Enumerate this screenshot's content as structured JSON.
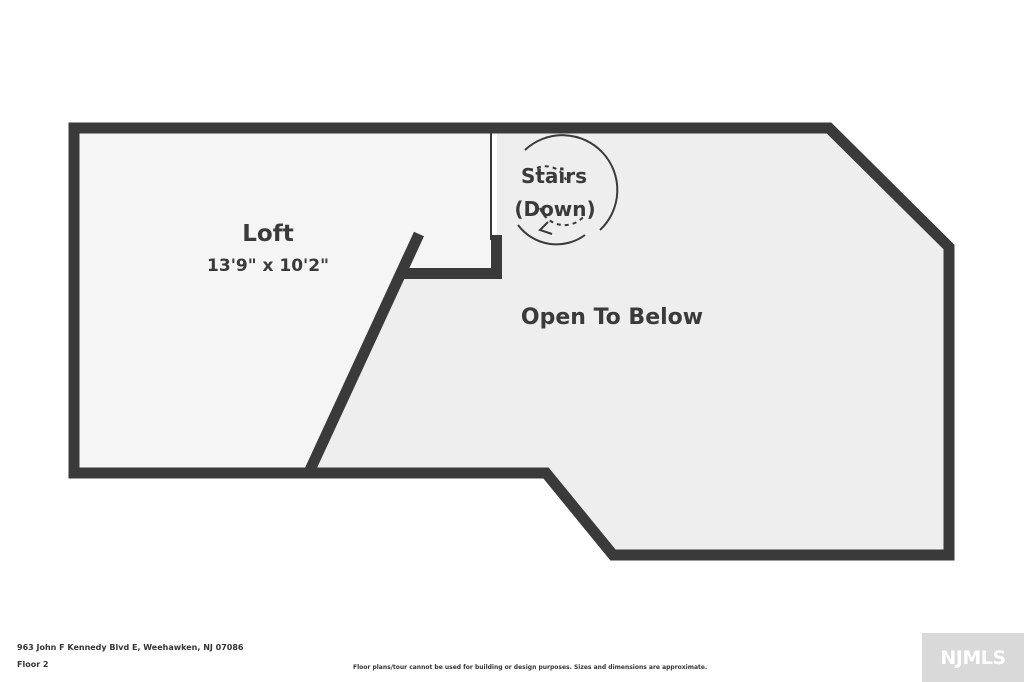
{
  "plan": {
    "rooms": [
      {
        "name": "Loft",
        "dimensions": "13'9\" x 10'2\""
      },
      {
        "name": "Stairs",
        "sub": "(Down)"
      },
      {
        "name": "Open To Below"
      }
    ]
  },
  "footer": {
    "address": "963 John F Kennedy Blvd E, Weehawken, NJ 07086",
    "floor": "Floor 2",
    "disclaimer": "Floor plans/tour cannot be used for building or design purposes. Sizes and dimensions are approximate.",
    "logo_text": "NJMLS"
  },
  "colors": {
    "wall": "#3a3a3a",
    "loft_fill": "#f5f5f5",
    "open_fill": "#eeeeee",
    "background": "#ffffff",
    "logo_bg": "#d9d9d9"
  }
}
